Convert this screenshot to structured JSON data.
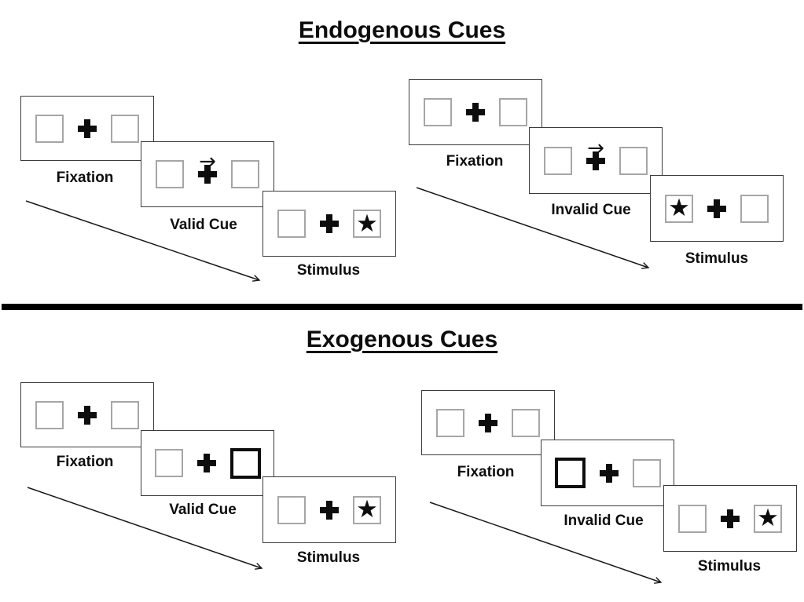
{
  "glyphs": {
    "star": "★",
    "right_arrow": "→"
  },
  "colors": {
    "ink": "#0d0d0d",
    "panel_border": "#3b3b3b",
    "placeholder_box_border": "#a6a6a6",
    "divider": "#000000"
  },
  "sections": [
    {
      "id": "endogenous",
      "title": "Endogenous Cues",
      "trials": [
        {
          "id": "valid",
          "steps": [
            {
              "label": "Fixation",
              "left_box": "",
              "right_box": "",
              "cue": "none"
            },
            {
              "label": "Valid Cue",
              "left_box": "",
              "right_box": "",
              "cue": "arrow-right-above-cross"
            },
            {
              "label": "Stimulus",
              "left_box": "",
              "right_box": "★",
              "cue": "none"
            }
          ]
        },
        {
          "id": "invalid",
          "steps": [
            {
              "label": "Fixation",
              "left_box": "",
              "right_box": "",
              "cue": "none"
            },
            {
              "label": "Invalid Cue",
              "left_box": "",
              "right_box": "",
              "cue": "arrow-right-above-cross"
            },
            {
              "label": "Stimulus",
              "left_box": "★",
              "right_box": "",
              "cue": "none"
            }
          ]
        }
      ]
    },
    {
      "id": "exogenous",
      "title": "Exogenous Cues",
      "trials": [
        {
          "id": "valid",
          "steps": [
            {
              "label": "Fixation",
              "left_box": "",
              "right_box": "",
              "cue": "none"
            },
            {
              "label": "Valid Cue",
              "left_box": "",
              "right_box": "",
              "cue": "thick-right-box"
            },
            {
              "label": "Stimulus",
              "left_box": "",
              "right_box": "★",
              "cue": "none"
            }
          ]
        },
        {
          "id": "invalid",
          "steps": [
            {
              "label": "Fixation",
              "left_box": "",
              "right_box": "",
              "cue": "none"
            },
            {
              "label": "Invalid Cue",
              "left_box": "",
              "right_box": "",
              "cue": "thick-left-box"
            },
            {
              "label": "Stimulus",
              "left_box": "",
              "right_box": "★",
              "cue": "none"
            }
          ]
        }
      ]
    }
  ]
}
